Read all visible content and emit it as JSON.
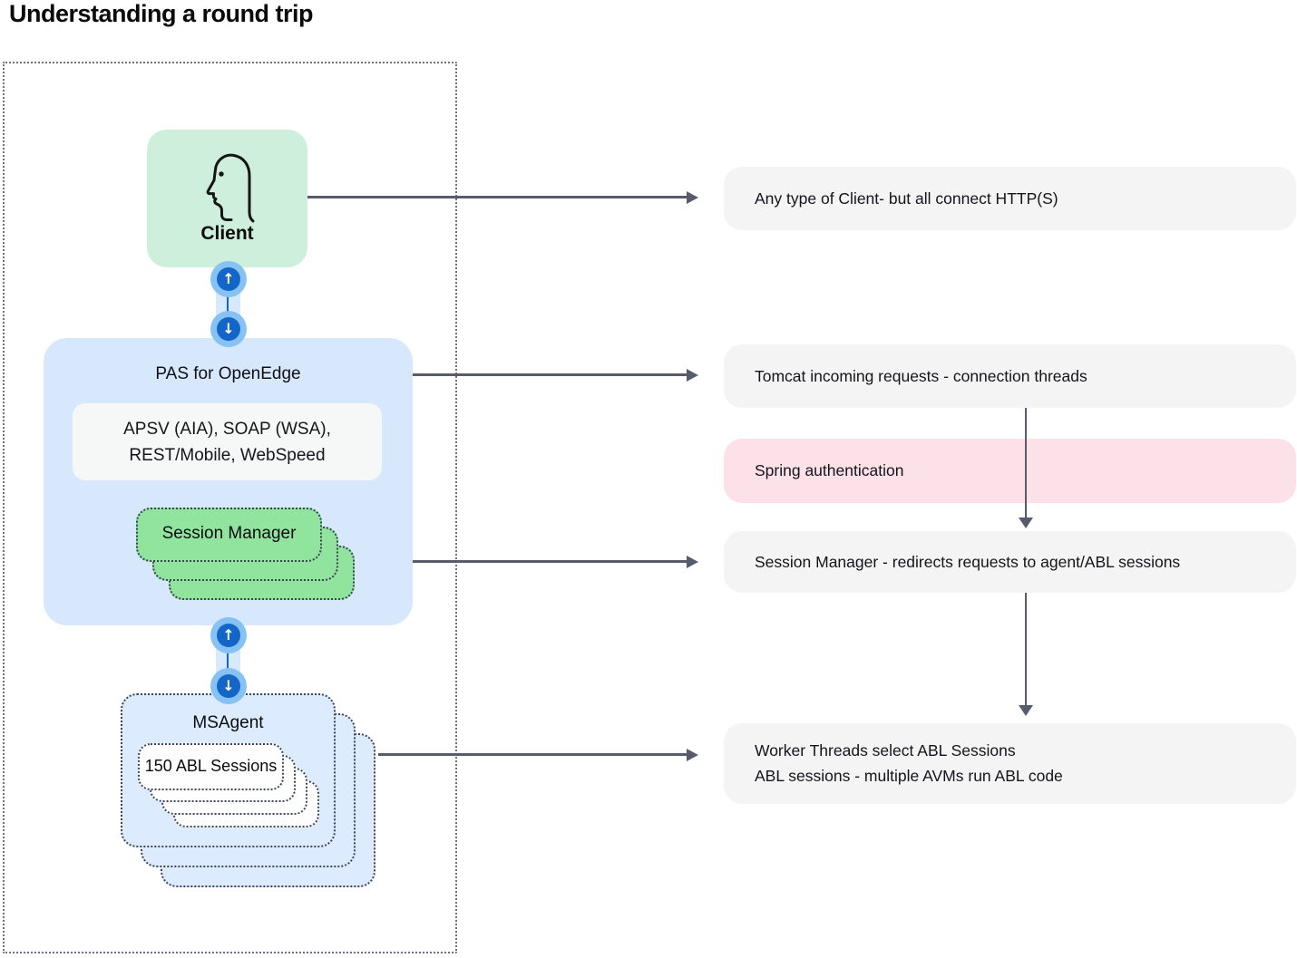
{
  "title": "Understanding a round trip",
  "client": {
    "label": "Client"
  },
  "pas": {
    "label": "PAS for OpenEdge",
    "transports": {
      "line1": "APSV (AIA), SOAP (WSA),",
      "line2": "REST/Mobile, WebSpeed"
    },
    "session_manager": {
      "label": "Session Manager"
    }
  },
  "msagent": {
    "label": "MSAgent",
    "abl_sessions": {
      "label": "150 ABL Sessions"
    }
  },
  "notes": [
    {
      "text": "Any type of Client- but all connect HTTP(S)"
    },
    {
      "text": "Tomcat incoming requests - connection threads"
    },
    {
      "text": "Spring authentication"
    },
    {
      "text": "Session Manager - redirects requests to agent/ABL sessions"
    },
    {
      "line1": "Worker Threads select ABL Sessions",
      "line2": "ABL sessions - multiple AVMs run ABL code"
    }
  ],
  "icons": {
    "up_arrow": "↑",
    "down_arrow": "↓"
  },
  "colors": {
    "client_fill": "#cdefdb",
    "pas_fill": "#d8e8fc",
    "msagent_fill": "#dcebfd",
    "session_manager_fill": "#90e49e",
    "abl_fill": "#fefefe",
    "note_fill": "#f4f4f5",
    "note_pink_fill": "#fde1e9",
    "bubble_ring": "#86c2f4",
    "bubble_core": "#1465c8",
    "arrow": "#575c6c",
    "boundary_dots": "#6b7084"
  }
}
